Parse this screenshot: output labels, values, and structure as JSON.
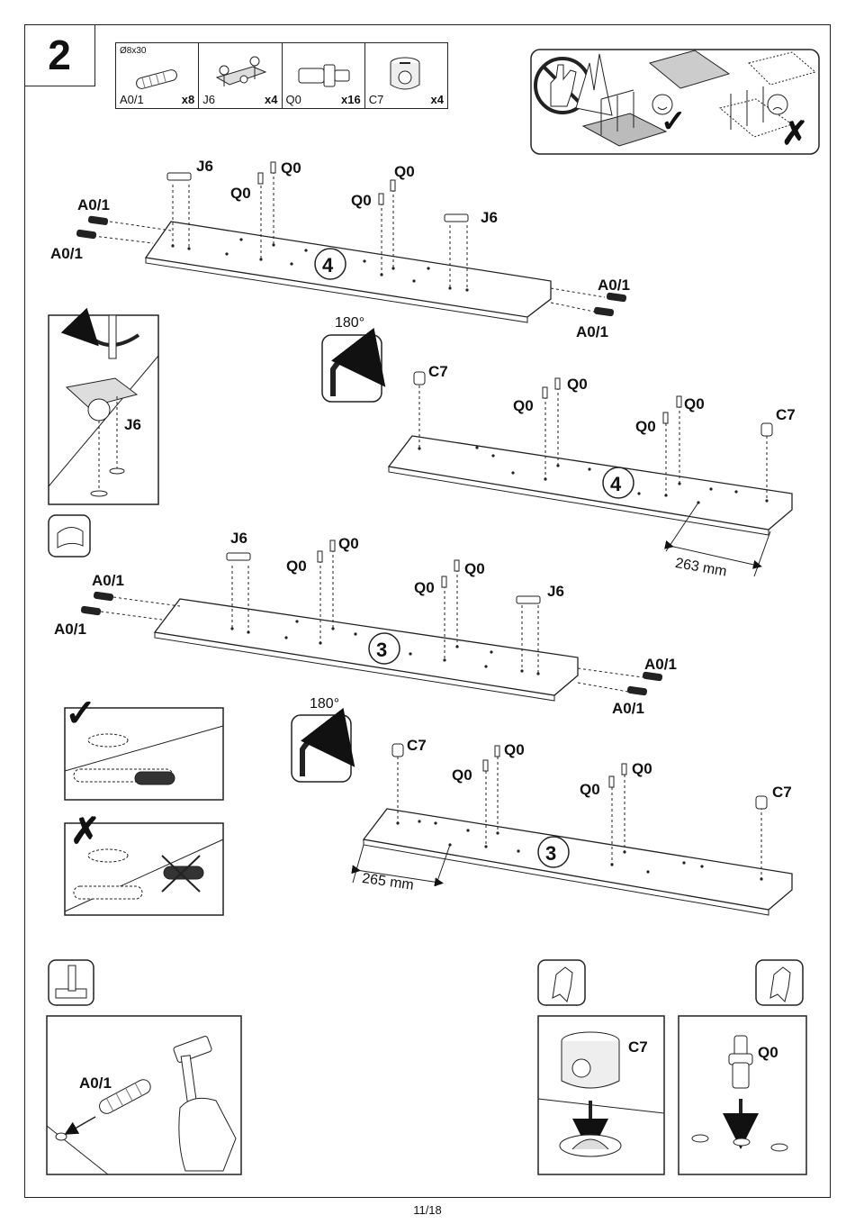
{
  "step": "2",
  "page": "11/18",
  "parts": [
    {
      "code": "A0/1",
      "qty": "x8",
      "dim": "Ø8x30",
      "icon": "dowel-icon"
    },
    {
      "code": "J6",
      "qty": "x4",
      "icon": "hinge-plate-icon"
    },
    {
      "code": "Q0",
      "qty": "x16",
      "icon": "cam-bolt-icon"
    },
    {
      "code": "C7",
      "qty": "x4",
      "icon": "cam-lock-icon"
    }
  ],
  "labels": {
    "j6": "J6",
    "q0": "Q0",
    "a01": "A0/1",
    "c7": "C7",
    "panel4": "4",
    "panel3": "3",
    "rotate": "180°",
    "dist1": "263 mm",
    "dist2": "265 mm"
  }
}
